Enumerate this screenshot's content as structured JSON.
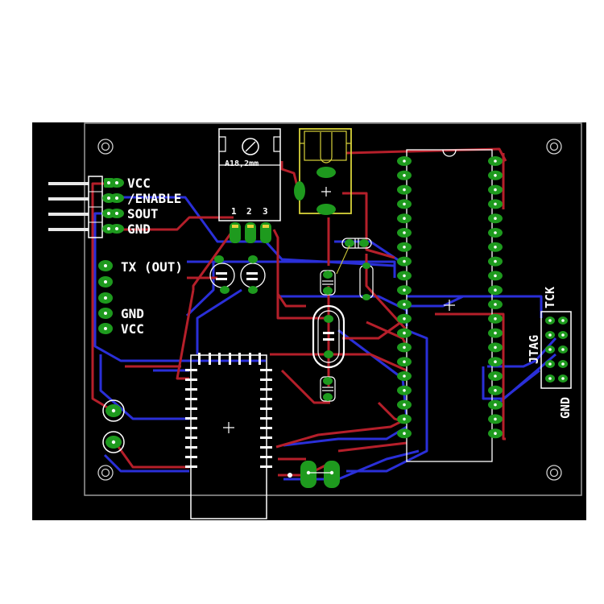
{
  "colors": {
    "background": "#000000",
    "top_copper": "#b51f2a",
    "bottom_copper": "#2a2fd8",
    "pad": "#1e9a1e",
    "silkscreen": "#ffffff",
    "yellow_outline": "#d8d23a",
    "page": "#ffffff"
  },
  "connector_labels": [
    "VCC",
    "/ENABLE",
    "SOUT",
    "GND"
  ],
  "header_labels": {
    "tx": "TX (OUT)",
    "gnd": "GND",
    "vcc": "VCC"
  },
  "regulator": {
    "part": "A18,2mm",
    "pins": [
      "1",
      "2",
      "3"
    ]
  },
  "jtag": {
    "name": "JTAG",
    "tck": "TCK",
    "gnd": "GND"
  }
}
